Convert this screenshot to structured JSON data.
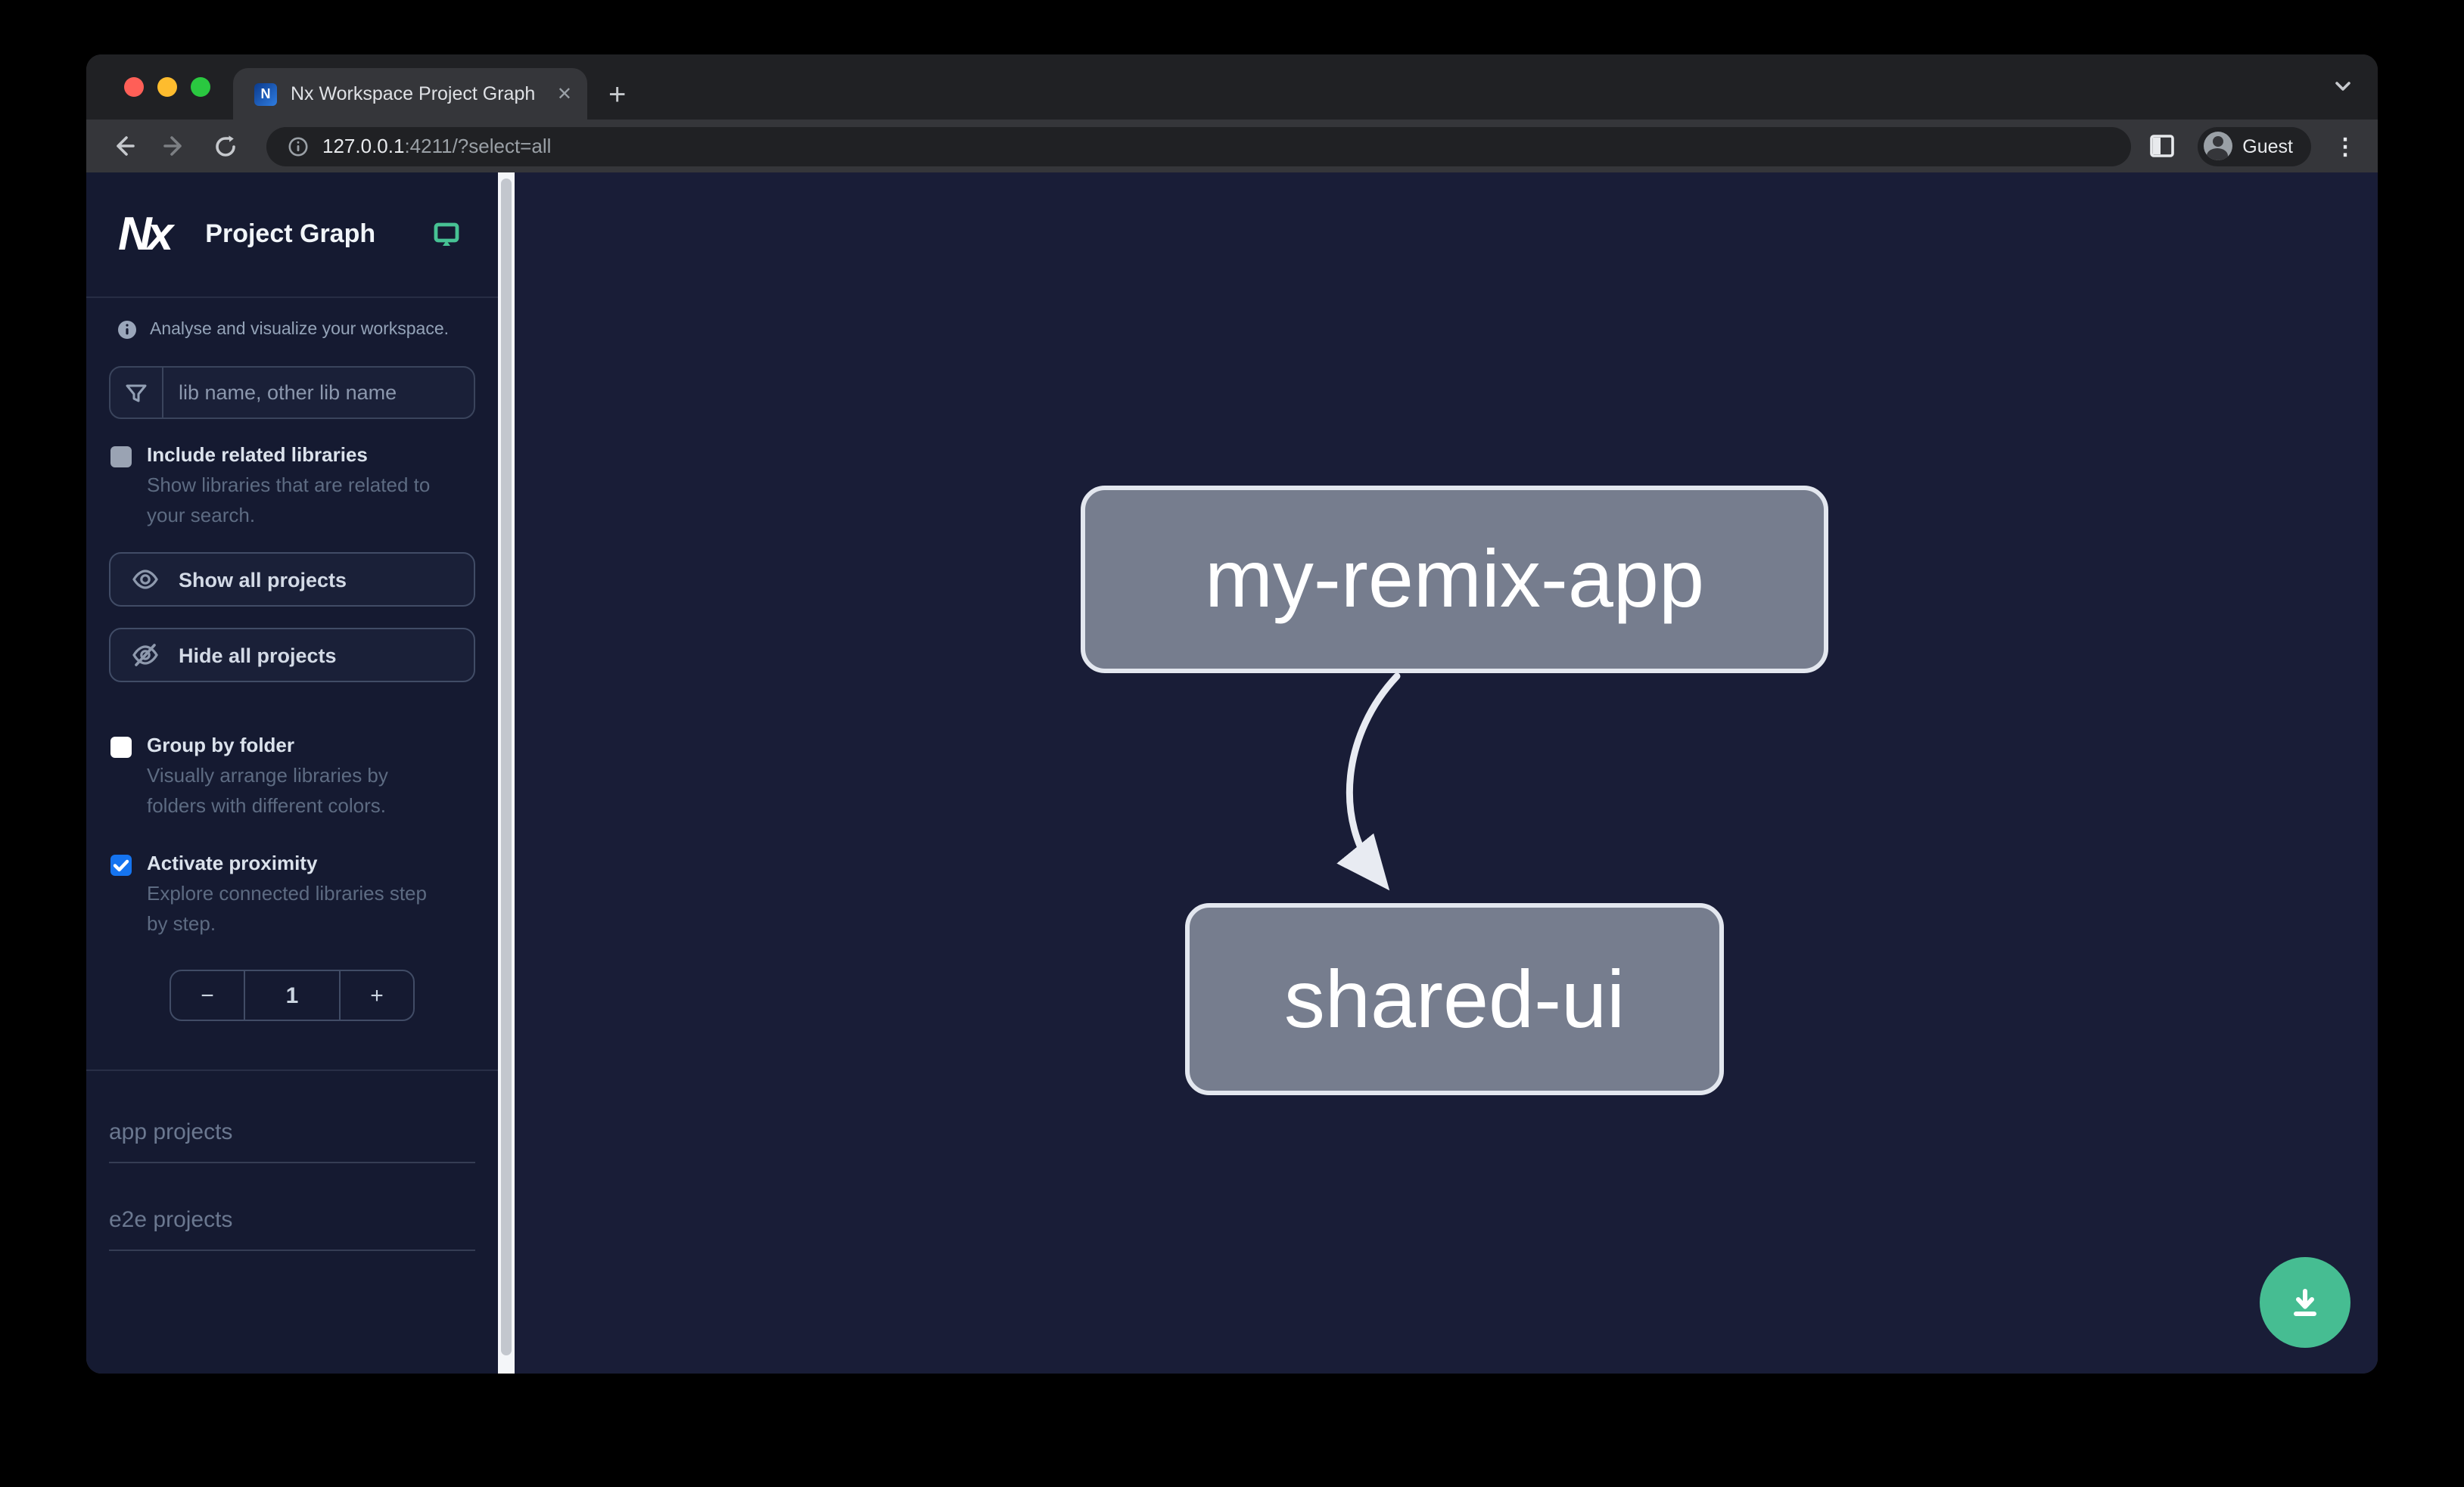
{
  "browser": {
    "tab_title": "Nx Workspace Project Graph",
    "url": {
      "host": "127.0.0.1",
      "rest": ":4211/?select=all"
    },
    "profile_label": "Guest"
  },
  "icons": {
    "close": "✕",
    "new_tab": "+",
    "dots_menu": "⋮"
  },
  "sidebar": {
    "logo_text": "Nx",
    "app_title": "Project Graph",
    "tagline": "Analyse and visualize your workspace.",
    "search_placeholder": "lib name, other lib name",
    "include_related": {
      "label": "Include related libraries",
      "description": "Show libraries that are related to\nyour search.",
      "checked": false
    },
    "show_all_label": "Show all projects",
    "hide_all_label": "Hide all projects",
    "group_by_folder": {
      "label": "Group by folder",
      "description": "Visually arrange libraries by\nfolders with different colors.",
      "checked": false
    },
    "activate_proximity": {
      "label": "Activate proximity",
      "description": "Explore connected libraries step\nby step.",
      "checked": true
    },
    "proximity_stepper": {
      "decrement": "−",
      "value": "1",
      "increment": "+"
    },
    "sections": {
      "app": "app projects",
      "e2e": "e2e projects"
    }
  },
  "graph": {
    "nodes": [
      {
        "id": "my-remix-app",
        "label": "my-remix-app"
      },
      {
        "id": "shared-ui",
        "label": "shared-ui"
      }
    ],
    "edges": [
      {
        "from": "my-remix-app",
        "to": "shared-ui"
      }
    ]
  },
  "colors": {
    "accent_green": "#46bd92",
    "checkbox_blue": "#1574f0",
    "node_fill": "#767d8e",
    "node_border": "#e3e7ef",
    "canvas_bg": "#191d37",
    "sidebar_bg": "#151a31"
  }
}
